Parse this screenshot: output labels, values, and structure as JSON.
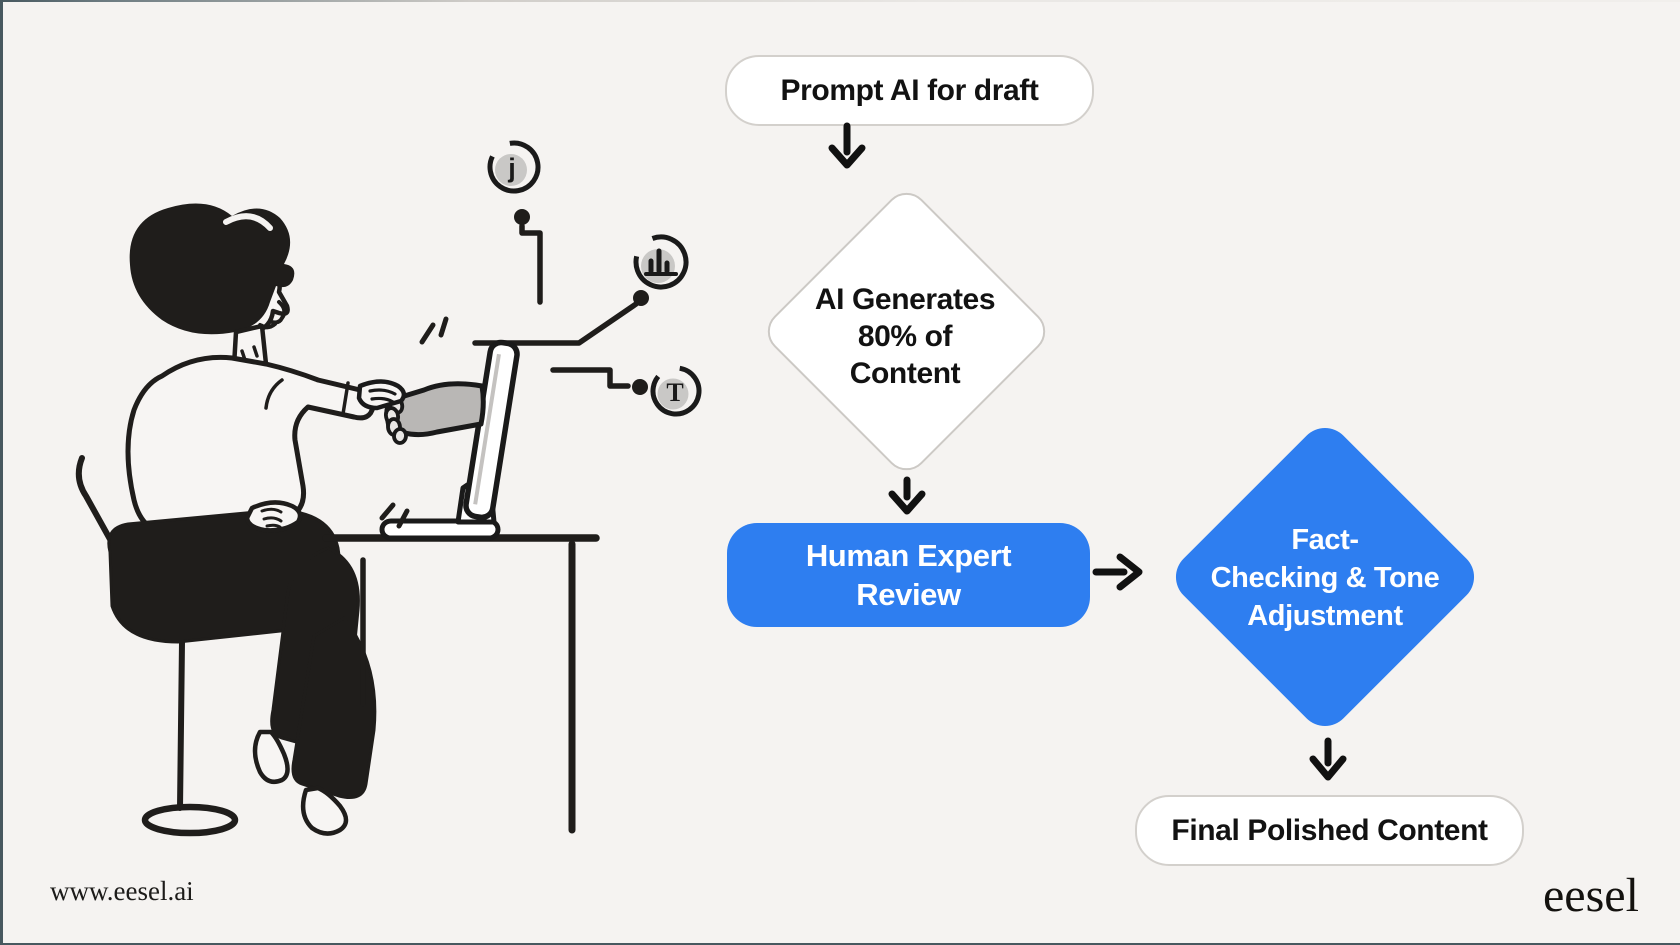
{
  "canvas": {
    "background": "#f5f3f1",
    "frame_color": "#47585f"
  },
  "flowchart": {
    "accent_blue": "#2e7ef0",
    "text_dark": "#121212",
    "text_light": "#ffffff",
    "node_border": "#d3d0cc",
    "nodes": {
      "prompt": {
        "shape": "pill",
        "label": "Prompt AI for draft"
      },
      "generate": {
        "shape": "diamond",
        "lines": [
          "AI Generates",
          "80% of",
          "Content"
        ]
      },
      "review": {
        "shape": "rounded-rect",
        "lines": [
          "Human Expert",
          "Review"
        ]
      },
      "factcheck": {
        "shape": "diamond",
        "lines": [
          "Fact-",
          "Checking & Tone",
          "Adjustment"
        ]
      },
      "final": {
        "shape": "pill",
        "label": "Final Polished Content"
      }
    },
    "edges": [
      {
        "from": "prompt",
        "to": "generate",
        "direction": "down"
      },
      {
        "from": "generate",
        "to": "review",
        "direction": "down"
      },
      {
        "from": "review",
        "to": "factcheck",
        "direction": "right"
      },
      {
        "from": "factcheck",
        "to": "final",
        "direction": "down"
      }
    ]
  },
  "illustration": {
    "scene": "person seated at a desk shaking a hand that reaches out of a computer monitor",
    "icons": {
      "pin_glyph": "j",
      "text_glyph": "T",
      "chart_icon": "bar-chart"
    }
  },
  "footer": {
    "website": "www.eesel.ai",
    "brand": "eesel"
  }
}
